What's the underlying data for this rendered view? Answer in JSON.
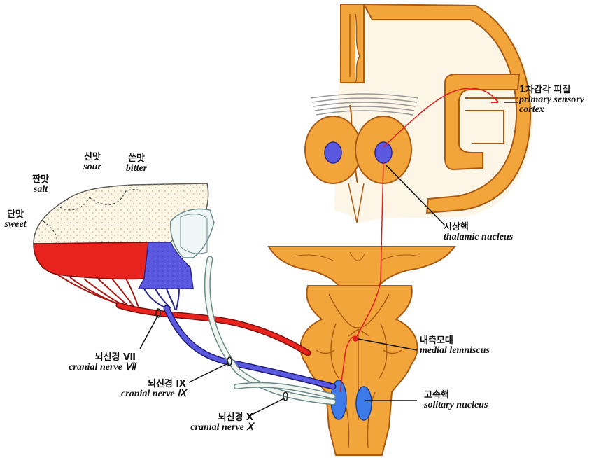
{
  "colors": {
    "brain_orange": "#f2a53a",
    "brain_outline": "#b5651d",
    "tissue_cream": "#fdf3dc",
    "tongue_red": "#e8221c",
    "glossopharyngeal_blue": "#5b58e0",
    "nucleus_blue": "#3d7be8",
    "taste_path_red": "#e02020"
  },
  "labels": {
    "cortex": {
      "ko": "1차감각 피질",
      "en_line1": "primary sensory",
      "en_line2": "cortex"
    },
    "thalamic": {
      "ko": "시상핵",
      "en": "thalamic nucleus"
    },
    "lemniscus": {
      "ko": "내측모대",
      "en": "medial lemniscus"
    },
    "solitary": {
      "ko": "고속핵",
      "en": "solitary nucleus"
    },
    "nerve7": {
      "ko": "뇌신경 Ⅶ",
      "en": "cranial nerve Ⅶ"
    },
    "nerve9": {
      "ko": "뇌신경 Ⅸ",
      "en": "cranial nerve Ⅸ"
    },
    "nerve10": {
      "ko": "뇌신경 Ⅹ",
      "en": "cranial nerve Ⅹ"
    },
    "sour": {
      "ko": "신맛",
      "en": "sour"
    },
    "bitter": {
      "ko": "쓴맛",
      "en": "bitter"
    },
    "salt": {
      "ko": "짠맛",
      "en": "salt"
    },
    "sweet": {
      "ko": "단맛",
      "en": "sweet"
    }
  }
}
